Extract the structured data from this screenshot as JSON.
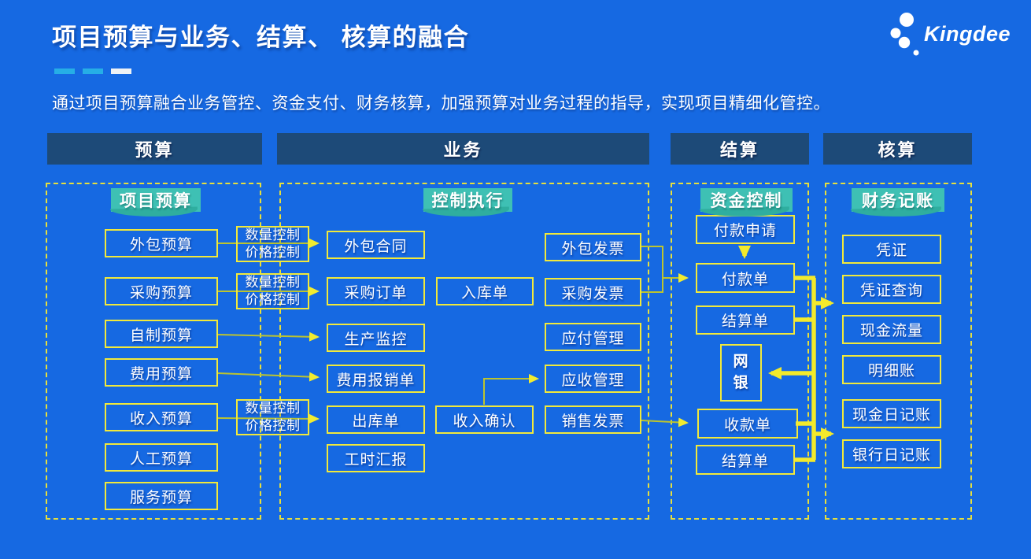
{
  "page": {
    "title": "项目预算与业务、结算、 核算的融合",
    "subtitle": "通过项目预算融合业务管控、资金支付、财务核算，加强预算对业务过程的指导，实现项目精细化管控。",
    "logo_text": "Kingdee"
  },
  "lanes": [
    {
      "label": "预算"
    },
    {
      "label": "业务"
    },
    {
      "label": "结算"
    },
    {
      "label": "核算"
    }
  ],
  "controls": {
    "quantity": "数量控制",
    "price": "价格控制"
  },
  "sections": [
    {
      "label": "项目预算",
      "boxes": [
        {
          "label": "外包预算"
        },
        {
          "label": "采购预算"
        },
        {
          "label": "自制预算"
        },
        {
          "label": "费用预算"
        },
        {
          "label": "收入预算"
        },
        {
          "label": "人工预算"
        },
        {
          "label": "服务预算"
        }
      ]
    },
    {
      "label": "控制执行",
      "boxes": [
        {
          "label": "外包合同"
        },
        {
          "label": "采购订单"
        },
        {
          "label": "生产监控"
        },
        {
          "label": "费用报销单"
        },
        {
          "label": "出库单"
        },
        {
          "label": "工时汇报"
        },
        {
          "label": "入库单"
        },
        {
          "label": "收入确认"
        },
        {
          "label": "外包发票"
        },
        {
          "label": "采购发票"
        },
        {
          "label": "应付管理"
        },
        {
          "label": "应收管理"
        },
        {
          "label": "销售发票"
        }
      ]
    },
    {
      "label": "资金控制",
      "boxes": [
        {
          "label": "付款申请"
        },
        {
          "label": "付款单"
        },
        {
          "label": "结算单"
        },
        {
          "label": "网银"
        },
        {
          "label": "收款单"
        },
        {
          "label": "结算单"
        }
      ]
    },
    {
      "label": "财务记账",
      "boxes": [
        {
          "label": "凭证"
        },
        {
          "label": "凭证查询"
        },
        {
          "label": "现金流量"
        },
        {
          "label": "明细账"
        },
        {
          "label": "现金日记账"
        },
        {
          "label": "银行日记账"
        }
      ]
    }
  ],
  "colors": {
    "background": "#1669e2",
    "lane_bar": "#1d4a78",
    "tag_teal": "#3ec0b4",
    "box_border_yellow": "#f1e93b",
    "connector_thin": "#bcc42f",
    "connector_thick": "#f3ea2b",
    "underline_cyan": "#26aee6",
    "underline_white": "#eef2f5"
  }
}
